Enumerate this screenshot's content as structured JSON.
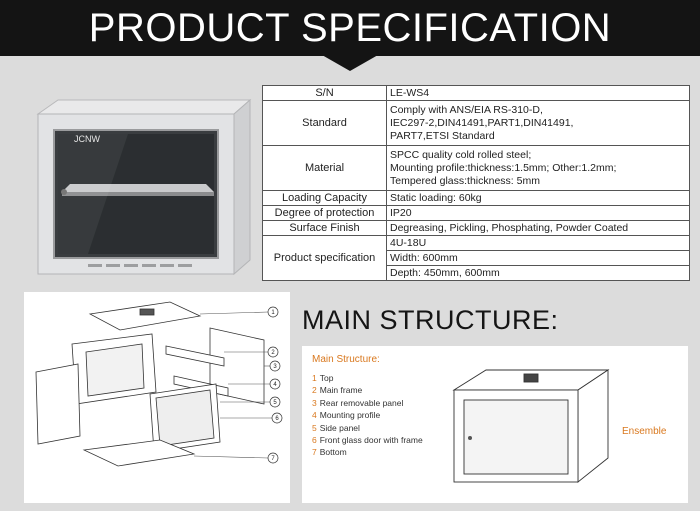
{
  "header": {
    "title": "PRODUCT SPECIFICATION"
  },
  "photo": {
    "brand": "JCNW"
  },
  "spec_table": {
    "rows": [
      {
        "label": "S/N",
        "values": [
          "LE-WS4"
        ]
      },
      {
        "label": "Standard",
        "values": [
          "Comply with  ANS/EIA RS-310-D,",
          "IEC297-2,DIN41491,PART1,DIN41491,",
          "PART7,ETSI Standard"
        ]
      },
      {
        "label": "Material",
        "values": [
          "SPCC quality cold rolled steel;",
          "Mounting profile:thickness:1.5mm;  Other:1.2mm;",
          "Tempered glass:thickness: 5mm"
        ]
      },
      {
        "label": "Loading Capacity",
        "values": [
          "Static loading: 60kg"
        ]
      },
      {
        "label": "Degree of protection",
        "values": [
          "IP20"
        ]
      },
      {
        "label": "Surface Finish",
        "values": [
          "Degreasing, Pickling, Phosphating, Powder Coated"
        ]
      },
      {
        "label": "Product specification",
        "values": [
          "4U-18U",
          "Width: 600mm",
          "Depth: 450mm, 600mm"
        ]
      }
    ]
  },
  "exploded_callouts": [
    "1",
    "2",
    "3",
    "4",
    "5",
    "6",
    "7"
  ],
  "main_structure": {
    "heading": "MAIN STRUCTURE:",
    "panel_title": "Main Structure:",
    "items": [
      {
        "num": "1",
        "label": "Top"
      },
      {
        "num": "2",
        "label": "Main frame"
      },
      {
        "num": "3",
        "label": "Rear removable panel"
      },
      {
        "num": "4",
        "label": "Mounting profile"
      },
      {
        "num": "5",
        "label": "Side panel"
      },
      {
        "num": "6",
        "label": "Front glass door with frame"
      },
      {
        "num": "7",
        "label": "Bottom"
      }
    ],
    "ensemble_label": "Ensemble"
  },
  "colors": {
    "accent": "#d9781e",
    "banner": "#141414",
    "background": "#dcdcdc"
  }
}
